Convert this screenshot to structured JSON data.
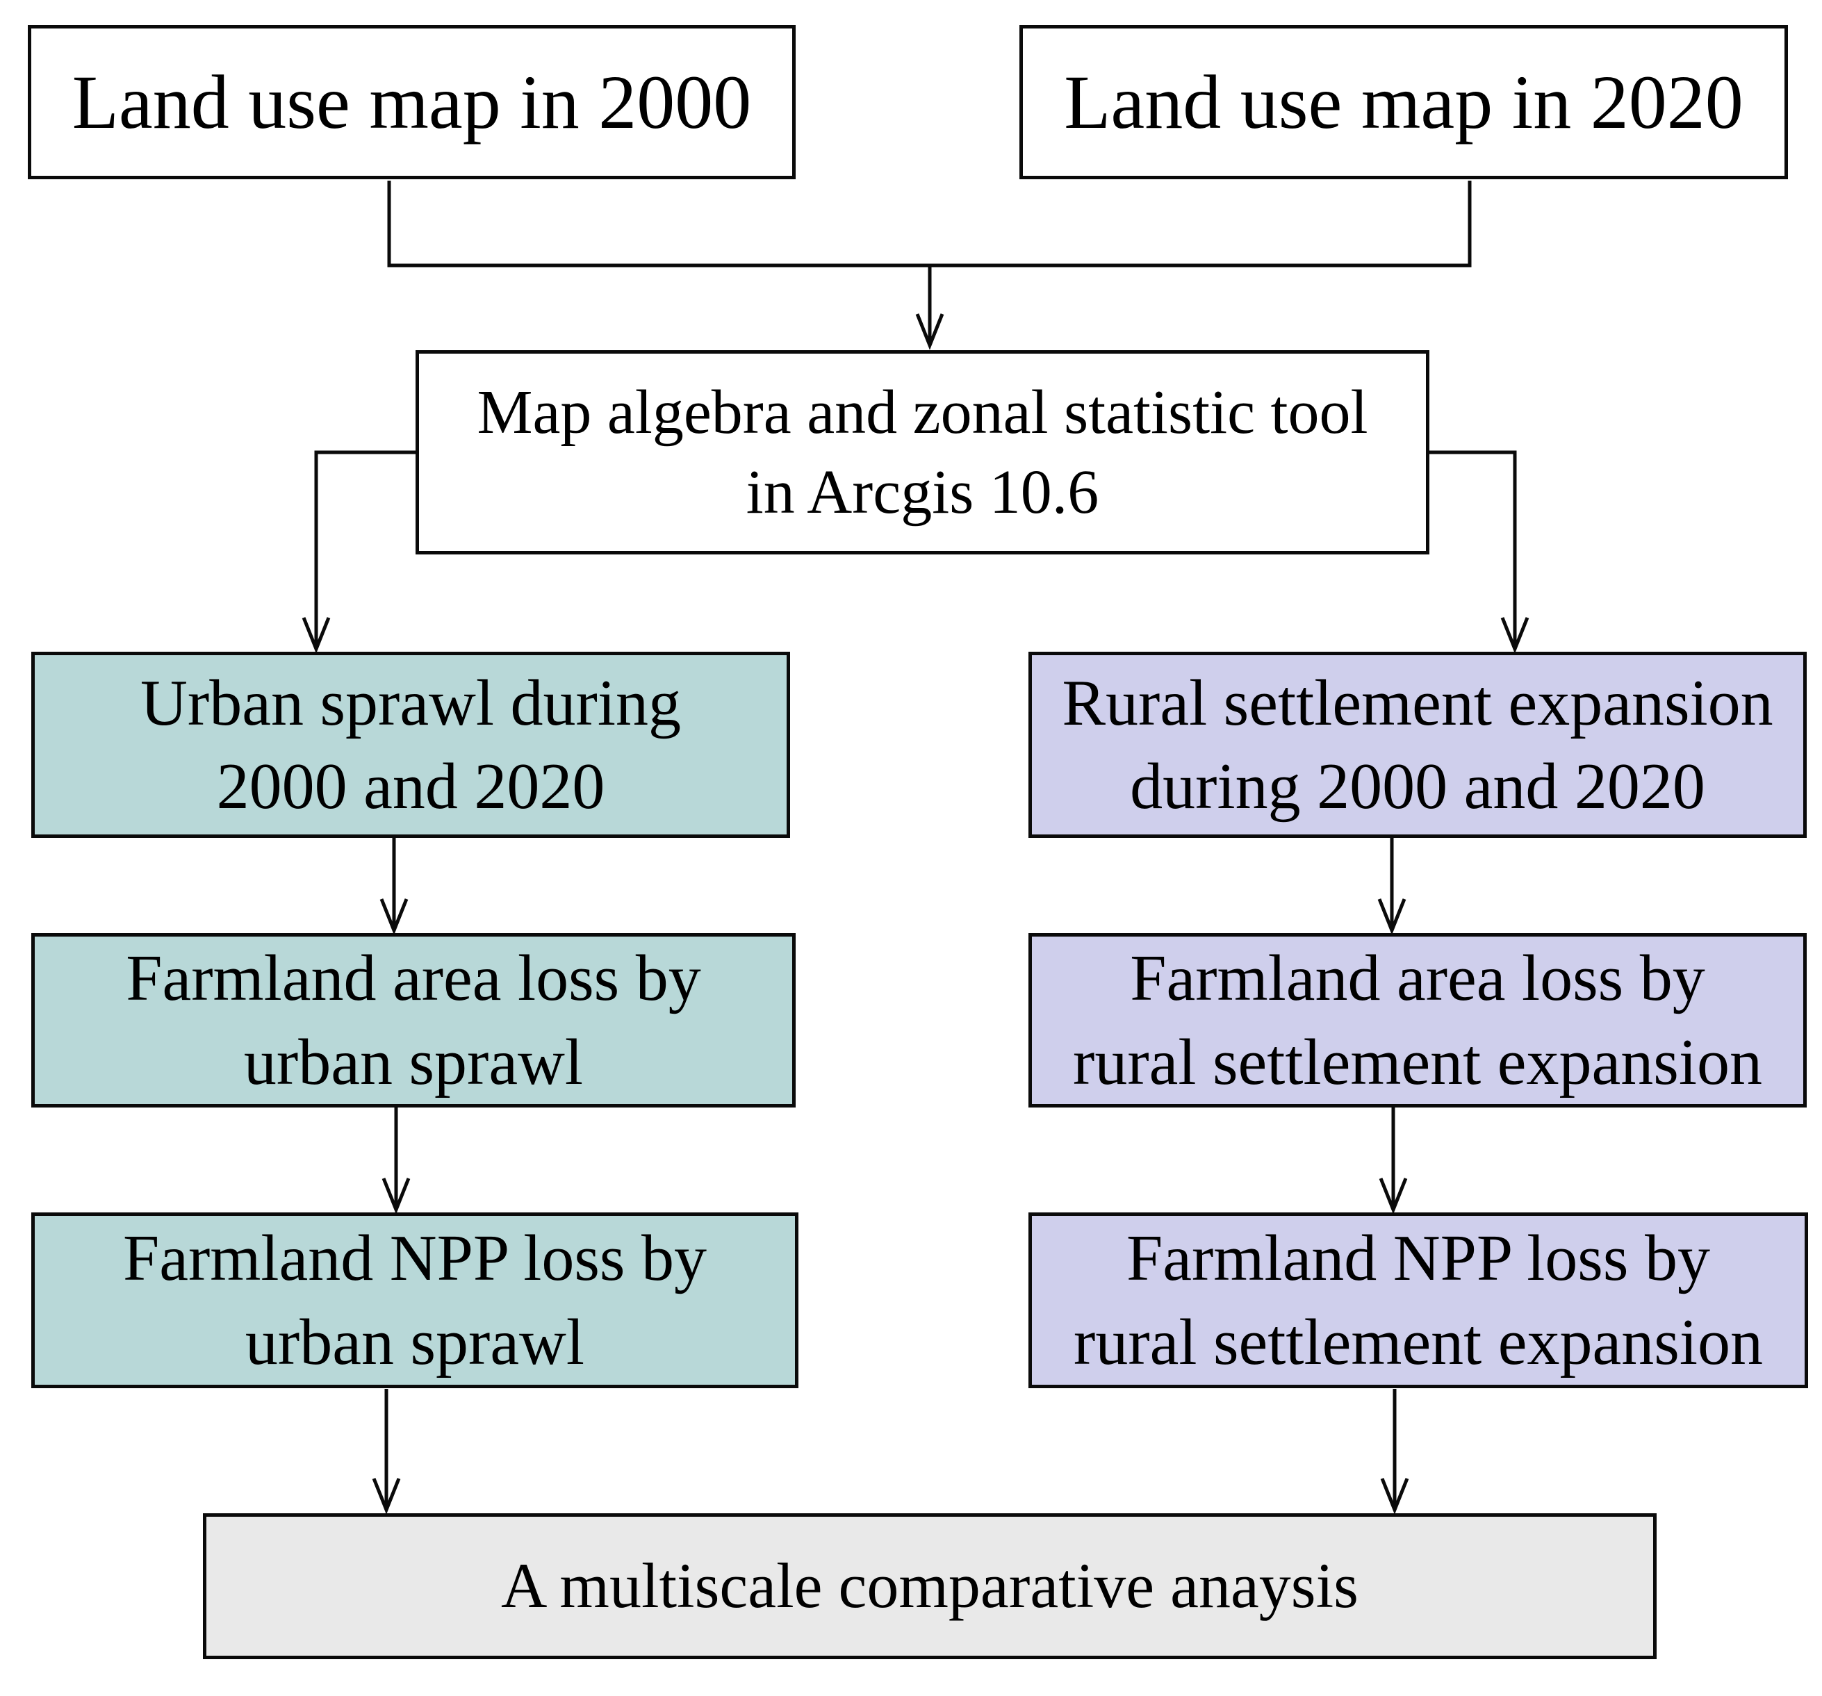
{
  "figure": {
    "type": "flowchart",
    "description": "Workflow of farmland loss analysis from land use maps",
    "nodes": [
      {
        "id": "land-use-2000",
        "label": "Land use map in 2000",
        "fill": "#ffffff"
      },
      {
        "id": "land-use-2020",
        "label": "Land use map in 2020",
        "fill": "#ffffff"
      },
      {
        "id": "gis-tool",
        "label": "Map algebra and zonal statistic tool\nin Arcgis 10.6",
        "fill": "#ffffff"
      },
      {
        "id": "urban-sprawl",
        "label": "Urban sprawl during\n2000 and 2020",
        "fill": "#b8d8d8"
      },
      {
        "id": "rural-expansion",
        "label": "Rural settlement expansion\nduring  2000 and 2020",
        "fill": "#cfcfec"
      },
      {
        "id": "farmland-area-loss-urban",
        "label": "Farmland area loss by\nurban sprawl",
        "fill": "#b8d8d8"
      },
      {
        "id": "farmland-area-loss-rural",
        "label": "Farmland area loss by\nrural settlement expansion",
        "fill": "#cfcfec"
      },
      {
        "id": "farmland-npp-loss-urban",
        "label": "Farmland NPP loss by\nurban sprawl",
        "fill": "#b8d8d8"
      },
      {
        "id": "farmland-npp-loss-rural",
        "label": "Farmland NPP loss by\nrural settlement expansion",
        "fill": "#cfcfec"
      },
      {
        "id": "multiscale-analysis",
        "label": "A multiscale comparative anaysis",
        "fill": "#e9e9e9"
      }
    ],
    "edges": [
      {
        "from": "land-use-2000",
        "to": "gis-tool"
      },
      {
        "from": "land-use-2020",
        "to": "gis-tool"
      },
      {
        "from": "gis-tool",
        "to": "urban-sprawl"
      },
      {
        "from": "gis-tool",
        "to": "rural-expansion"
      },
      {
        "from": "urban-sprawl",
        "to": "farmland-area-loss-urban"
      },
      {
        "from": "rural-expansion",
        "to": "farmland-area-loss-rural"
      },
      {
        "from": "farmland-area-loss-urban",
        "to": "farmland-npp-loss-urban"
      },
      {
        "from": "farmland-area-loss-rural",
        "to": "farmland-npp-loss-rural"
      },
      {
        "from": "farmland-npp-loss-urban",
        "to": "multiscale-analysis"
      },
      {
        "from": "farmland-npp-loss-rural",
        "to": "multiscale-analysis"
      }
    ],
    "colors": {
      "urban_branch_fill": "#b8d8d8",
      "rural_branch_fill": "#cfcfec",
      "result_fill": "#e9e9e9",
      "source_fill": "#ffffff",
      "line_and_border": "#0a0a0a",
      "background": "#ffffff"
    }
  }
}
